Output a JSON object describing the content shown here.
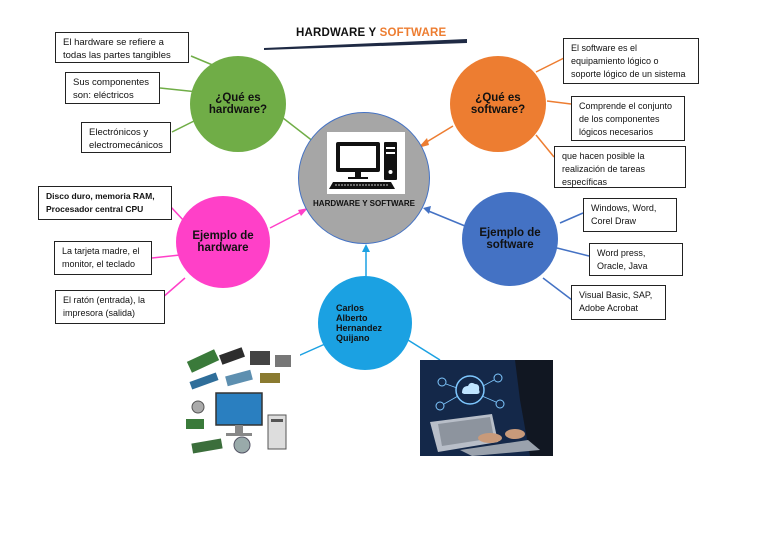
{
  "title": {
    "part1": "HARDWARE Y ",
    "part2": "SOFTWARE"
  },
  "center": {
    "label": "HARDWARE Y SOFTWARE"
  },
  "nodes": {
    "que_es_hardware": "¿Qué es hardware?",
    "que_es_software": "¿Qué es software?",
    "ejemplo_hardware": "Ejemplo de hardware",
    "ejemplo_software": "Ejemplo de software",
    "autor": "Carlos Alberto Hernandez Quijano"
  },
  "hardware_def": [
    "El hardware se refiere a todas las partes tangibles",
    "Sus componentes son: eléctricos",
    "Electrónicos y electromecánicos"
  ],
  "software_def": [
    "El software es el equipamiento lógico o soporte lógico de un sistema",
    "Comprende el conjunto de los componentes lógicos necesarios",
    "que hacen posible la realización de tareas específicas"
  ],
  "hardware_examples": [
    "Disco duro, memoria RAM, Procesador central CPU",
    "La tarjeta madre, el monitor, el teclado",
    "El ratón (entrada), la impresora (salida)"
  ],
  "software_examples": [
    "Windows, Word, Corel Draw",
    "Word press, Oracle, Java",
    "Visual Basic, SAP, Adobe Acrobat"
  ],
  "colors": {
    "green": "#70ad47",
    "orange": "#ed7d31",
    "magenta": "#ff40c8",
    "blue": "#4472c4",
    "light_blue": "#1ba1e2",
    "gray": "#a6a6a6"
  }
}
